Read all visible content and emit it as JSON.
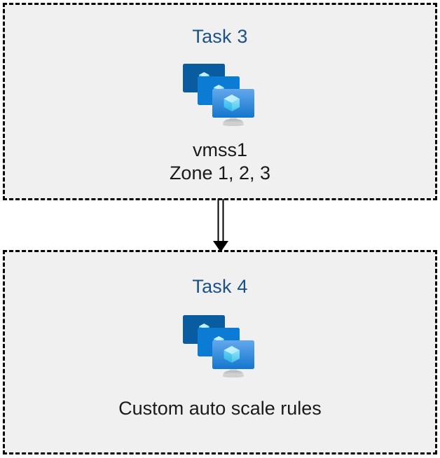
{
  "diagram": {
    "background_color": "#ffffff",
    "box_fill_color": "#f0f0f0",
    "box_border_color": "#000000",
    "box_border_style": "dashed",
    "title_color": "#1a5288",
    "caption_color": "#1a1a1a",
    "connector_color": "#000000"
  },
  "boxes": [
    {
      "id": "task3",
      "title": "Task 3",
      "icon": "azure-vm-scale-set-icon",
      "caption": "vmss1\nZone 1, 2, 3",
      "caption_lines": [
        "vmss1",
        "Zone 1, 2, 3"
      ]
    },
    {
      "id": "task4",
      "title": "Task 4",
      "icon": "azure-vm-scale-set-icon",
      "caption": "Custom auto scale rules",
      "caption_lines": [
        "Custom auto scale rules"
      ]
    }
  ],
  "connector": {
    "from": "task3",
    "to": "task4",
    "style": "double-line-arrow",
    "direction": "down",
    "label": ""
  },
  "icon_palette": {
    "screen_back": "#0a5ca0",
    "screen_mid": "#0c7bd4",
    "screen_front_top": "#5aa0e8",
    "screen_front_bottom": "#1476ce",
    "cube_light": "#c3f1fd",
    "cube_mid": "#63d7f7",
    "cube_dark": "#32bdea",
    "stand": "#a6a6a6"
  }
}
